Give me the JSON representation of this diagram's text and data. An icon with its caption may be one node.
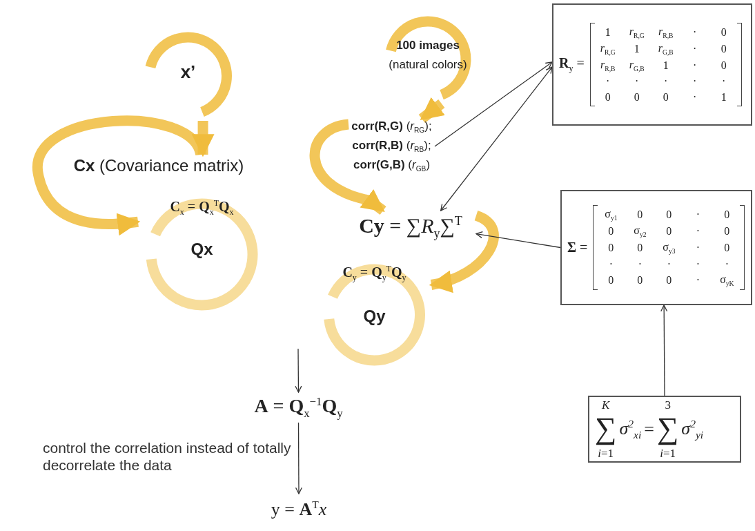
{
  "diagram": {
    "nodes": [
      {
        "text": [
          "x’"
        ]
      },
      {
        "text": [
          "**Cx** (Covariance matrix)"
        ]
      },
      {
        "text": [
          "**C**$_{x}$ = **Q**$_{x}$$^{T}$**Q**$_{x}$",
          "Qx"
        ]
      },
      {
        "text": [
          "100 images",
          "(natural colors)"
        ]
      },
      {
        "text": [
          "**corr(R,G)** (*r*$_{RG}$);",
          "**corr(R,B)** (*r*$_{RB}$);",
          "**corr(G,B)** (*r*$_{GB}$)"
        ]
      },
      {
        "text": [
          "**Cy** = ∑*R*$_{y}$∑$^{T}$"
        ]
      },
      {
        "text": [
          "**C**$_{y}$ = **Q**$_{y}$$^{T}$**Q**$_{y}$",
          "Qy"
        ]
      },
      {
        "text": [
          "**R**$_{y}$ =",
          "1",
          "*r*$_{R,G}$",
          "*r*$_{R,B}$",
          "·",
          "0",
          "*r*$_{R,G}$",
          "1",
          "*r*$_{G,B}$",
          "·",
          "0",
          "*r*$_{R,B}$",
          "*r*$_{G,B}$",
          "1",
          "·",
          "0",
          "·",
          "·",
          "·",
          "·",
          "·",
          "0",
          "0",
          "0",
          "·",
          "1"
        ]
      },
      {
        "text": [
          "**Σ** =",
          "σ$_{y1}$",
          "0",
          "0",
          "·",
          "0",
          "0",
          "σ$_{y2}$",
          "0",
          "·",
          "0",
          "0",
          "0",
          "σ$_{y3}$",
          "·",
          "0",
          "·",
          "·",
          "·",
          "·",
          "·",
          "0",
          "0",
          "0",
          "·",
          "σ$_{yK}$"
        ]
      },
      {
        "text": [
          "*K*",
          "∑",
          "*i*=1",
          "σ$^{2}$$_{xi}$",
          "=",
          "3",
          "∑",
          "*i*=1",
          "σ$^{2}$$_{yi}$"
        ]
      },
      {
        "text": [
          "**A** = **Q**$_{x}$$^{−1}$**Q**$_{y}$"
        ]
      },
      {
        "text": [
          "y = **A**$^{T}$*x*"
        ]
      }
    ],
    "edges": [
      {
        "from": 0,
        "to": 1,
        "arrow": "to",
        "style": "thick",
        "color": "#f0bc3c"
      },
      {
        "from": 1,
        "to": 2,
        "arrow": "to",
        "style": "thick",
        "color": "#f0bc3c"
      },
      {
        "from": 3,
        "to": 4,
        "arrow": "to",
        "style": "thick",
        "color": "#f0bc3c"
      },
      {
        "from": 4,
        "to": 5,
        "arrow": "to",
        "style": "thick",
        "color": "#f0bc3c"
      },
      {
        "from": 5,
        "to": 6,
        "arrow": "to",
        "style": "thick",
        "color": "#f0bc3c"
      },
      {
        "from": 4,
        "to": 7,
        "arrow": "to"
      },
      {
        "from": 7,
        "to": 5,
        "arrow": "both"
      },
      {
        "from": 8,
        "to": 5,
        "arrow": "to"
      },
      {
        "from": 9,
        "to": 8,
        "arrow": "to"
      },
      {
        "from": null,
        "to": 10,
        "arrow": "to"
      },
      {
        "from": 10,
        "to": 11,
        "arrow": "to",
        "label": "control the correlation instead of totally decorrelate the data"
      }
    ]
  }
}
